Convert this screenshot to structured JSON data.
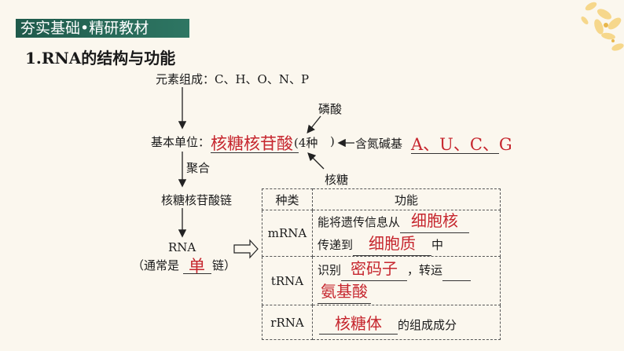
{
  "section_title": "夯实基础•精研教材",
  "heading": "1.RNA的结构与功能",
  "diagram": {
    "elements": "元素组成：C、H、O、N、P",
    "unit_label": "基本单位：",
    "unit_answer": "核糖核苷酸",
    "unit_count": "(4种",
    "phosphate": "磷酸",
    "ribose": "核糖",
    "base_label": "含氮碱基",
    "base_answer": "A、U、C、G",
    "polymerize": "聚合",
    "chain": "核糖核苷酸链",
    "rna": "RNA",
    "usually_prefix": "（通常是",
    "usually_answer": "单",
    "usually_suffix": "链）"
  },
  "table": {
    "header_kind": "种类",
    "header_function": "功能",
    "rows": [
      {
        "kind": "mRNA",
        "line1_prefix": "能将遗传信息从",
        "line1_answer": "细胞核",
        "line2_prefix": "传递到",
        "line2_answer": "细胞质",
        "line2_suffix": "中"
      },
      {
        "kind": "tRNA",
        "line1_prefix": "识别",
        "line1_answer": "密码子",
        "line1_suffix": "，转运",
        "line2_answer": "氨基酸"
      },
      {
        "kind": "rRNA",
        "line1_answer": "核糖体",
        "line1_suffix": "的组成成分"
      }
    ]
  },
  "colors": {
    "answer": "#c6262e",
    "banner": "#1f5a4b"
  }
}
